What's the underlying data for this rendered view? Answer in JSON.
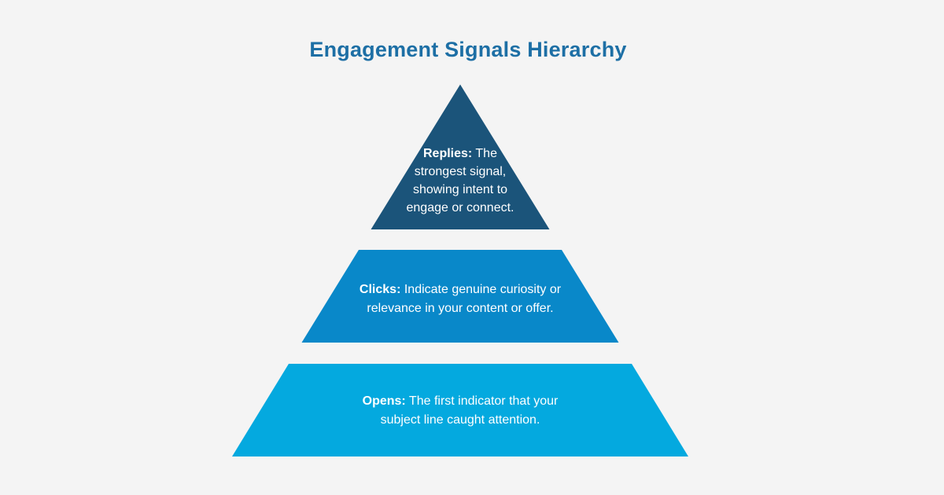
{
  "title": "Engagement Signals Hierarchy",
  "colors": {
    "background": "#F4F4F4",
    "title": "#1D6FA5",
    "pyramid_text": "#FFFFFF",
    "level_replies": "#1B547A",
    "level_clicks": "#0988C9",
    "level_opens": "#04A9DF"
  },
  "pyramid": {
    "levels": [
      {
        "id": "replies",
        "heading": "Replies:",
        "line1_rest": "The",
        "lines": [
          "strongest signal,",
          "showing intent to",
          "engage or connect."
        ],
        "color": "#1B547A"
      },
      {
        "id": "clicks",
        "heading": "Clicks:",
        "line1_rest": "Indicate genuine curiosity or",
        "lines": [
          "relevance in your content or offer."
        ],
        "color": "#0988C9"
      },
      {
        "id": "opens",
        "heading": "Opens:",
        "line1_rest": "The first indicator that your",
        "lines": [
          "subject line caught attention."
        ],
        "color": "#04A9DF"
      }
    ]
  }
}
